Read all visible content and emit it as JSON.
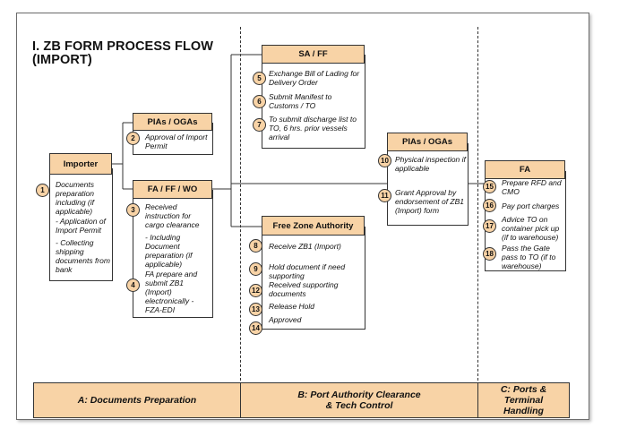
{
  "title": {
    "line1": "I. ZB FORM PROCESS FLOW",
    "line2": "(IMPORT)"
  },
  "importer": {
    "header": "Importer",
    "steps": [
      {
        "num": "1",
        "text": "Documents preparation including (if applicable)"
      }
    ],
    "notes": [
      "- Application of Import Permit",
      "- Collecting shipping documents from bank"
    ]
  },
  "pias_top": {
    "header": "PIAs / OGAs",
    "steps": [
      {
        "num": "2",
        "text": "Approval of Import Permit"
      }
    ]
  },
  "fa_ff_wo": {
    "header": "FA / FF / WO",
    "steps": [
      {
        "num": "3",
        "text": "Received instruction for cargo clearance"
      },
      {
        "num": "4",
        "text": "FA prepare and submit ZB1 (Import) electronically - FZA-EDI"
      }
    ],
    "note": "- Including Document preparation (if applicable)"
  },
  "sa_ff": {
    "header": "SA / FF",
    "steps": [
      {
        "num": "5",
        "text": "Exchange Bill of Lading for Delivery Order"
      },
      {
        "num": "6",
        "text": "Submit Manifest to Customs / TO"
      },
      {
        "num": "7",
        "text": "To submit discharge list to TO, 6 hrs. prior vessels arrival"
      }
    ]
  },
  "fza": {
    "header": "Free Zone Authority",
    "steps": [
      {
        "num": "8",
        "text": "Receive ZB1 (Import)"
      },
      {
        "num": "9",
        "text": "Hold document if need supporting"
      },
      {
        "num": "12",
        "text": "Received supporting documents"
      },
      {
        "num": "13",
        "text": "Release Hold"
      },
      {
        "num": "14",
        "text": "Approved"
      }
    ]
  },
  "pias_mid": {
    "header": "PIAs / OGAs",
    "steps": [
      {
        "num": "10",
        "text": "Physical inspection if applicable"
      },
      {
        "num": "11",
        "text": "Grant Approval by endorsement of ZB1 (Import) form"
      }
    ]
  },
  "fa": {
    "header": "FA",
    "steps": [
      {
        "num": "15",
        "text": "Prepare RFD and CMO"
      },
      {
        "num": "16",
        "text": "Pay port charges"
      },
      {
        "num": "17",
        "text": "Advice TO on container pick up (if to warehouse)"
      },
      {
        "num": "18",
        "text": "Pass the Gate pass to TO (if to warehouse)"
      }
    ]
  },
  "footer": {
    "a": "A: Documents Preparation",
    "b_line1": "B: Port Authority  Clearance",
    "b_line2": "& Tech Control",
    "c_line1": "C: Ports &",
    "c_line2": "Terminal",
    "c_line3": "Handling"
  }
}
